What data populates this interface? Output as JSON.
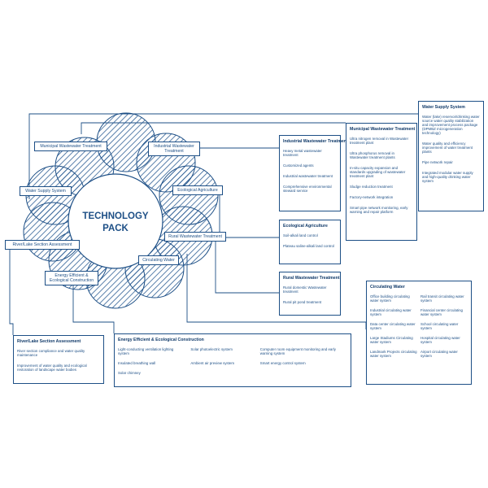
{
  "center": {
    "title_line1": "TECHNOLOGY",
    "title_line2": "PACK"
  },
  "nodes": {
    "municipal": "Municipal Wastewater Treatment",
    "industrial": "Industrial Wastewater Treatment",
    "ecological": "Ecological Agriculture",
    "rural": "Rural Wastewater Treatment",
    "circulating": "Circulating Water",
    "energy": "Energy Efficient & Ecological Construction",
    "river": "River/Lake Section Assessment",
    "water_supply": "Water Supply System"
  },
  "panels": {
    "industrial": {
      "title": "Industrial Wastewater Treatment",
      "items": [
        "Heavy metal wastewater treatment",
        "Customized agents",
        "Industrial wastewater treatment",
        "Comprehensive environmental steward service"
      ]
    },
    "municipal": {
      "title": "Municipal Wastewater Treatment",
      "items": [
        "Ultra nitrogen removal in Wastewater treatment plant",
        "Ultra phosphorus removal in Wastewater treatment plants",
        "In-situ capacity expansion and standards upgrading of wastewater treatment plant",
        "Sludge reduction treatment",
        "Factory-network integration",
        "Smart pipe network monitoring, early warning and repair platform"
      ]
    },
    "water_supply": {
      "title": "Water Supply System",
      "items": [
        "Water (lake) reservoir/drinking water source water quality stabilization and improvement process package (DPMBZ microgeneration technology)",
        "Water quality and efficiency improvement of water treatment plants",
        "Pipe network repair",
        "Integrated modular water supply and high-quality drinking water system"
      ]
    },
    "ecological": {
      "title": "Ecological Agriculture",
      "items": [
        "Soil-alkali land control",
        "Plateau saline-alkali land control"
      ]
    },
    "rural": {
      "title": "Rural  Wastewater Treatment",
      "items": [
        "Rural domestic Wastewater treatment",
        "Rural pit pond treatment"
      ]
    },
    "circulating": {
      "title": "Circulating Water",
      "items": [
        "Office building circulating water system",
        "Rail transit circulating water system",
        "Industrial circulating water system",
        "Financial center circulating water system",
        "Data center circulating water system",
        "School circulating water system",
        "Large Stadiums Circulating water system",
        "Hospital circulating water system",
        "Landmark Projects circulating water system",
        "Airport circulating water system"
      ]
    },
    "river": {
      "title": "River/Lake Section Assessment",
      "items": [
        "River section compliance and water quality maintenance",
        "Improvement of water quality and ecological restoration of landscape water bodies"
      ]
    },
    "energy": {
      "title": "Energy Efficient & Ecological Construction",
      "items": [
        "Light-conducting ventilation lighting system",
        "Solar photoelectric system",
        "Computer room equipment monitoring and early warning system",
        "Insulated breathing wall",
        "Ambient air preview system",
        "Smart energy control system",
        "Solar chimney"
      ]
    }
  },
  "colors": {
    "line": "#1d4f86",
    "hatch": "#2f5f95",
    "background": "#ffffff"
  }
}
